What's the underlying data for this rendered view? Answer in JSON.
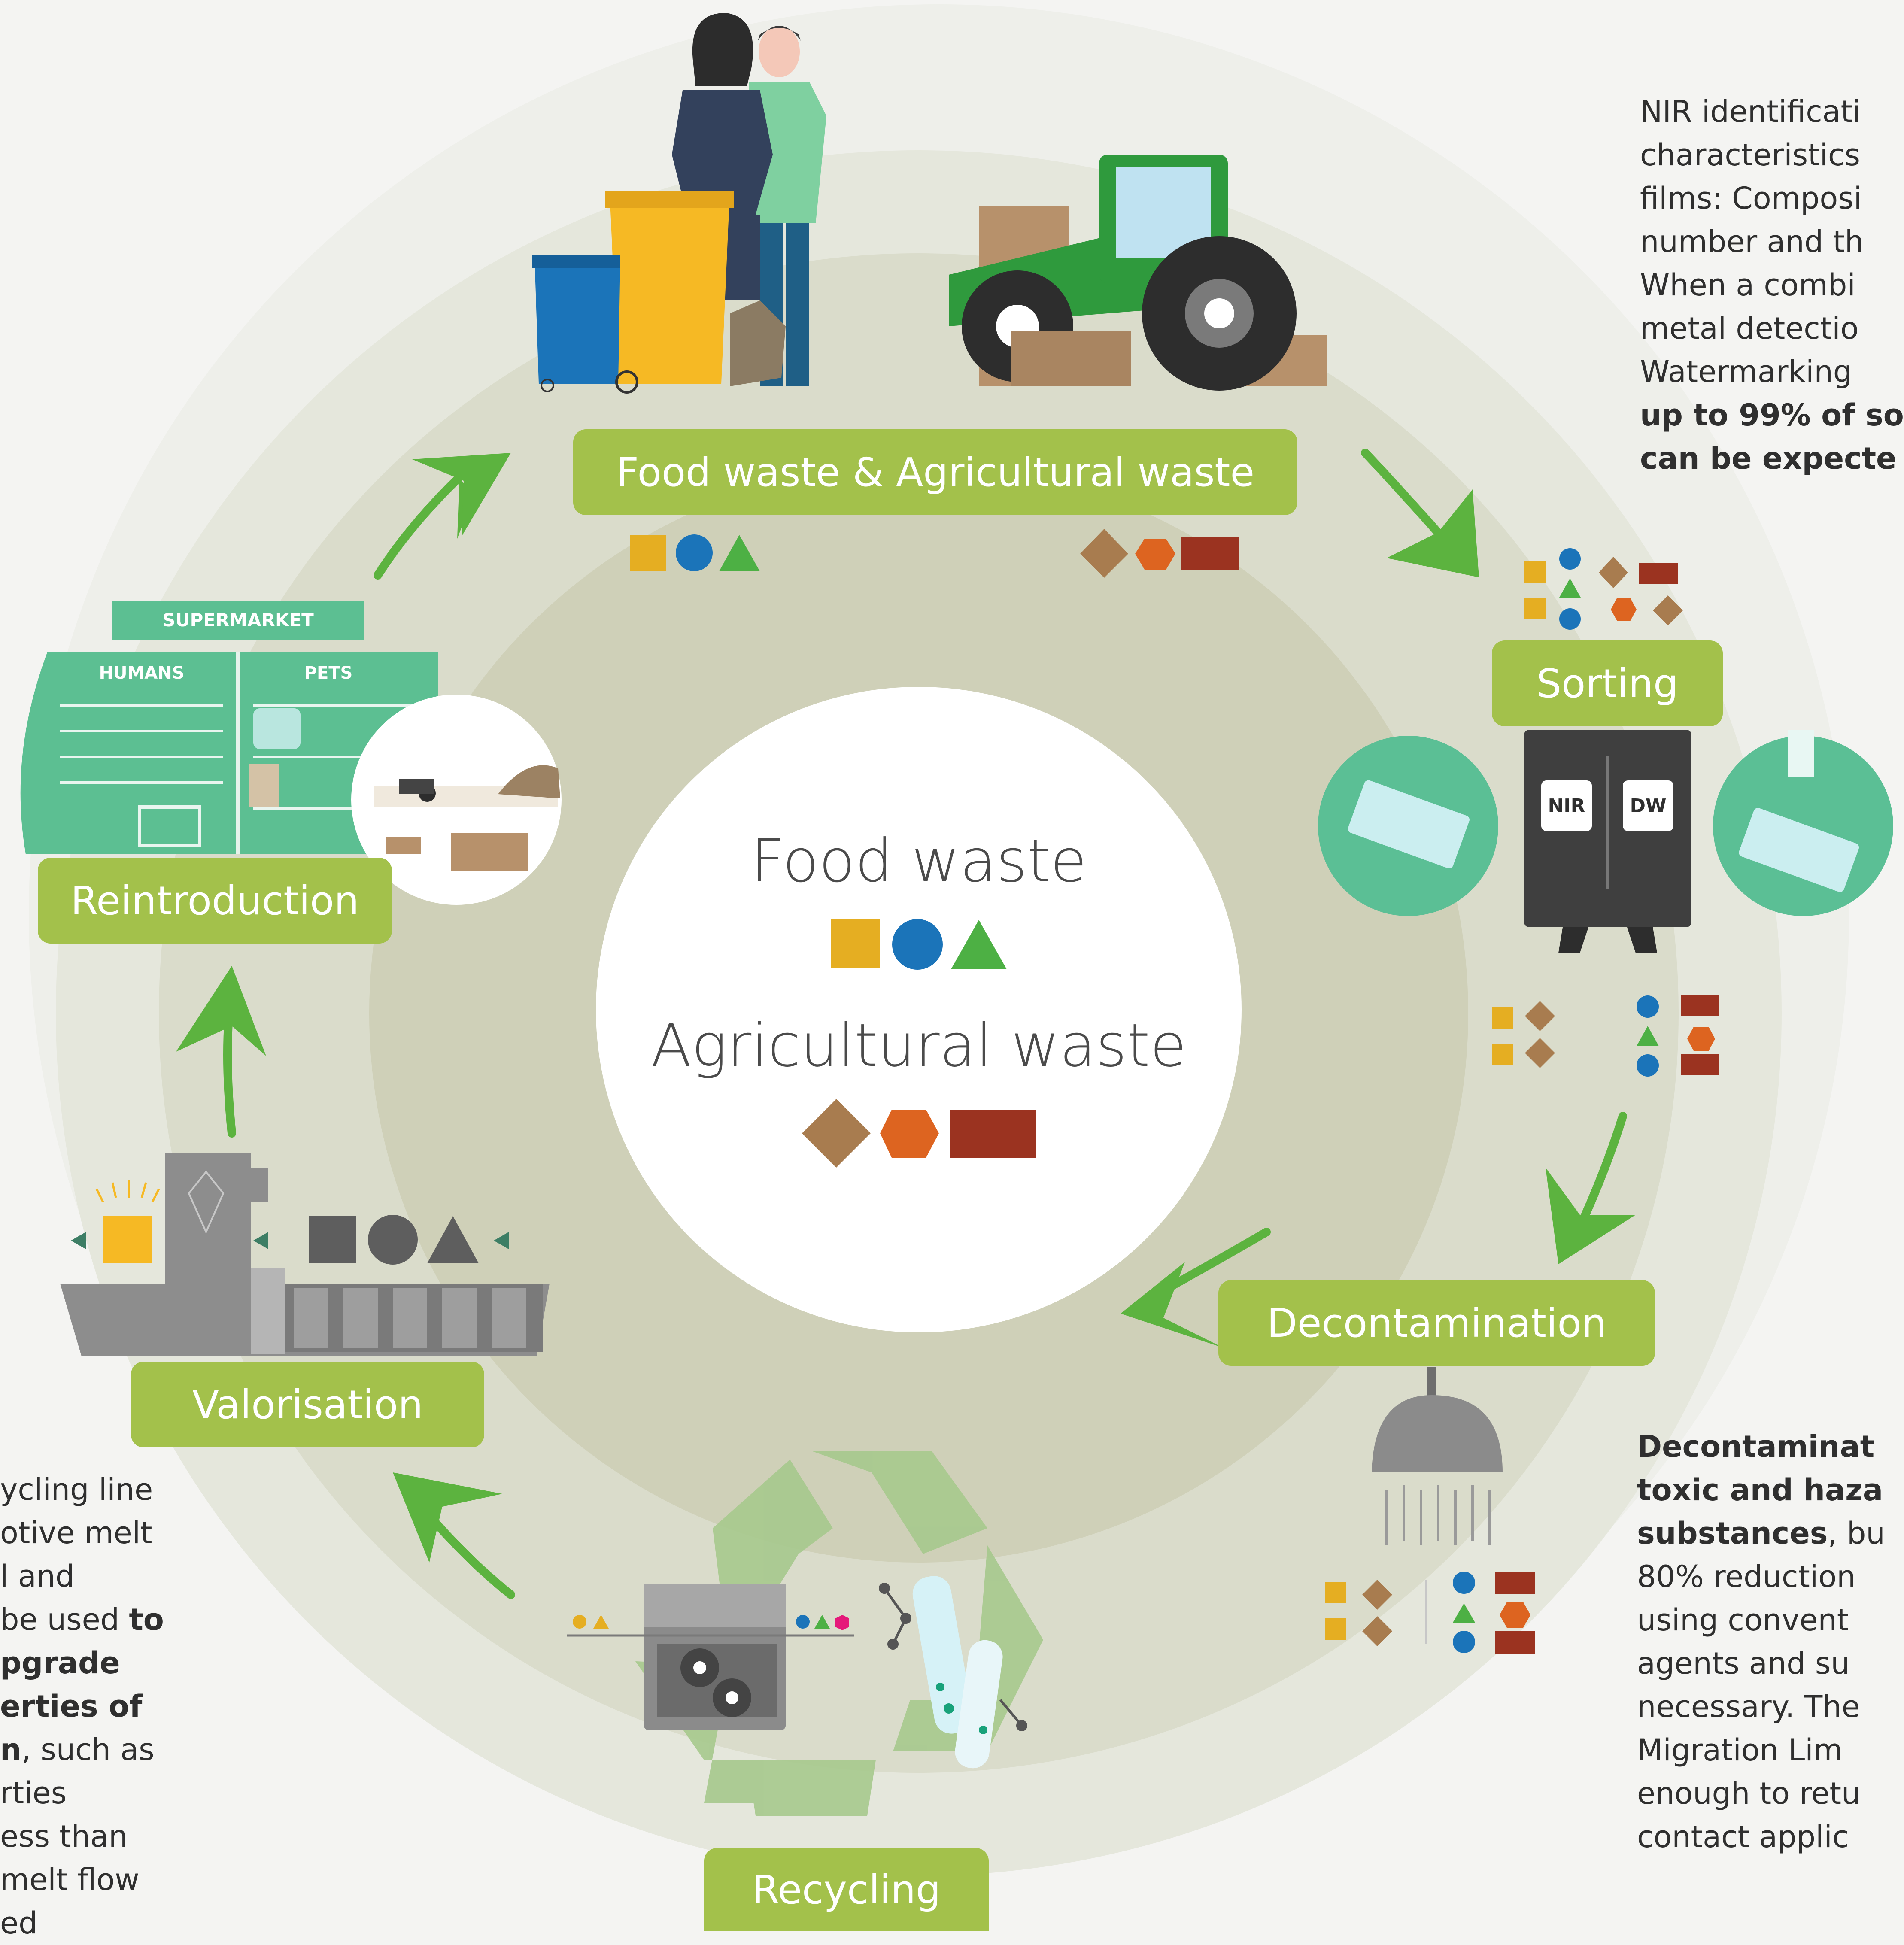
{
  "center": {
    "food_title": "Food waste",
    "agri_title": "Agricultural waste"
  },
  "stages": {
    "top": "Food waste & Agricultural waste",
    "sorting": "Sorting",
    "decontamination": "Decontamination",
    "recycling": "Recycling",
    "valorisation": "Valorisation",
    "reintroduction": "Reintroduction"
  },
  "shop": {
    "supermarket": "SUPERMARKET",
    "humans": "HUMANS",
    "pets": "PETS"
  },
  "sorter": {
    "nir": "NIR",
    "dw": "DW"
  },
  "right_top_text": {
    "lines": [
      "NIR identificati",
      "characteristics",
      "films: Composi",
      "number and th",
      "When a combi",
      "metal detectio",
      "Watermarking"
    ],
    "bold_lines": [
      "up to 99% of so",
      "can be expecte"
    ]
  },
  "right_bottom_text": {
    "bold_lines": [
      "Decontaminat",
      "toxic and haza"
    ],
    "mixed_line": {
      "bold": "substances",
      "normal": ", bu"
    },
    "lines": [
      "80% reduction",
      "using convent",
      "agents and su",
      "necessary. The",
      "Migration Lim",
      "enough to retu",
      "contact applic"
    ]
  },
  "left_bottom_text": {
    "line1": "ycling line",
    "line2": "otive melt",
    "line3": "l and",
    "line4": {
      "normal": " be used ",
      "bold": "to"
    },
    "line5_bold": "pgrade",
    "line6_bold": "erties of",
    "line7": {
      "bold": "n",
      "normal": ", such as"
    },
    "line8": "rties",
    "line9": "ess than",
    "line10": " melt flow",
    "line11": "ed"
  },
  "colors": {
    "stage_green": "#a3c14b",
    "arrow_green": "#5cb33f",
    "ring_outer": "#e5e7dc",
    "ring_mid": "#dadccb",
    "ring_inner": "#cfd0b8",
    "yellow": "#e5ae22",
    "blue": "#1b74b9",
    "green": "#4db044",
    "brown": "#a87c4f",
    "orange": "#dd6420",
    "red": "#9b3320"
  },
  "icons": [
    "people-icon",
    "bins-icon",
    "tractor-icon",
    "supermarket-icon",
    "sorter-icon",
    "shower-icon",
    "recycle-icon",
    "extruder-icon",
    "factory-icon",
    "arrow-icon"
  ]
}
